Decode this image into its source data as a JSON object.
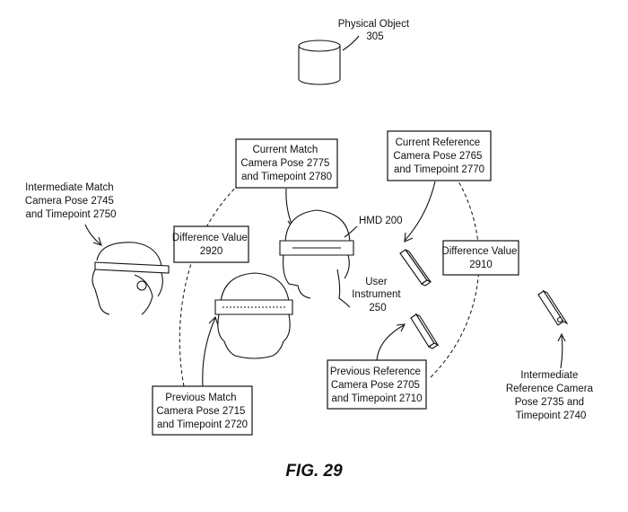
{
  "figure": {
    "caption": "FIG. 29",
    "physical_object": [
      "Physical Object",
      "305"
    ],
    "hmd_label": "HMD 200",
    "user_instrument": [
      "User",
      "Instrument",
      "250"
    ],
    "current_match": [
      "Current Match",
      "Camera Pose 2775",
      "and Timepoint 2780"
    ],
    "current_reference": [
      "Current Reference",
      "Camera Pose 2765",
      "and Timepoint 2770"
    ],
    "intermediate_match": [
      "Intermediate Match",
      "Camera Pose 2745",
      "and Timepoint 2750"
    ],
    "difference_value_left": [
      "Difference Value",
      "2920"
    ],
    "difference_value_right": [
      "Difference Value",
      "2910"
    ],
    "previous_match": [
      "Previous Match",
      "Camera Pose 2715",
      "and Timepoint 2720"
    ],
    "previous_reference": [
      "Previous Reference",
      "Camera Pose 2705",
      "and Timepoint 2710"
    ],
    "intermediate_reference": [
      "Intermediate",
      "Reference Camera",
      "Pose 2735 and",
      "Timepoint 2740"
    ]
  }
}
